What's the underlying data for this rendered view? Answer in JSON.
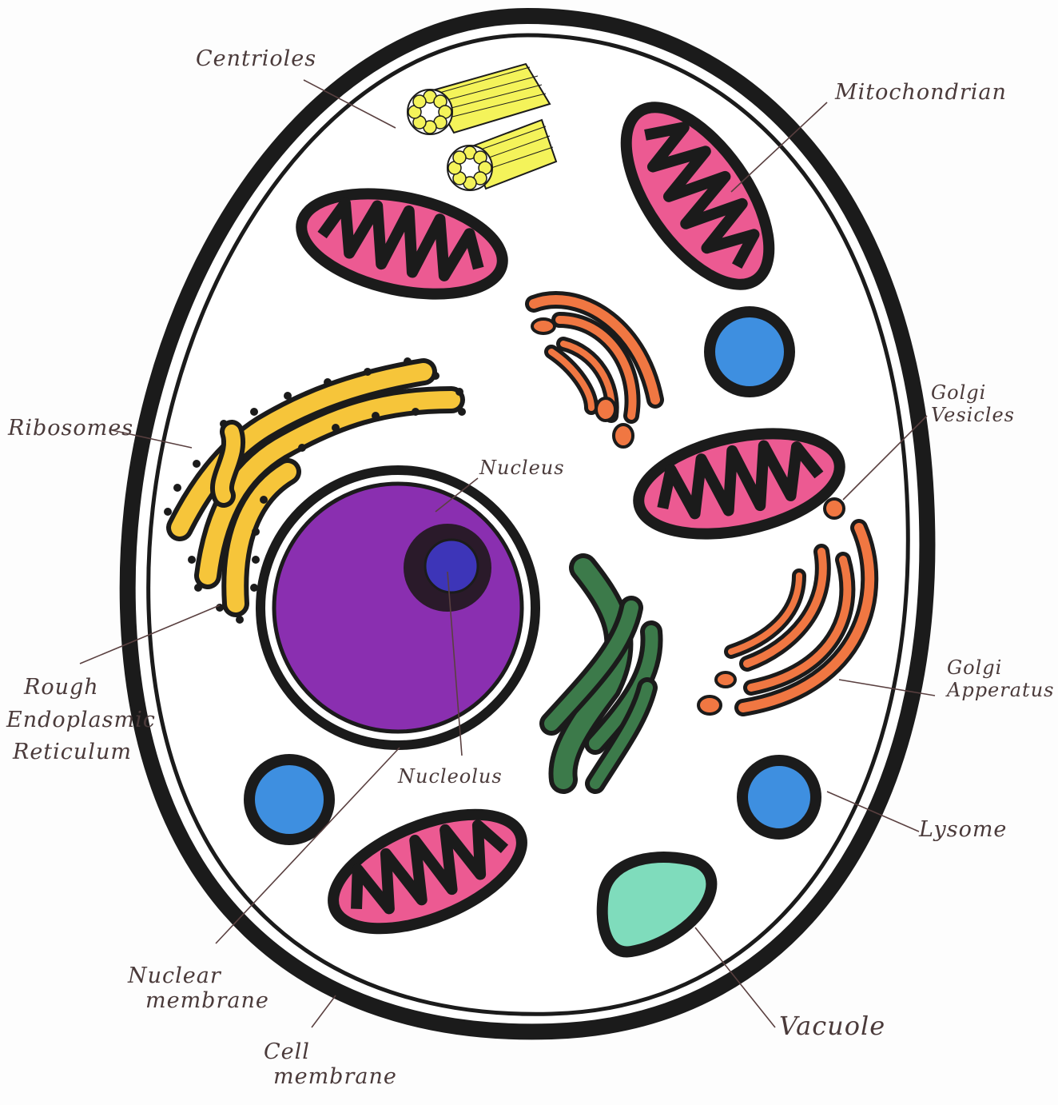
{
  "colors": {
    "outline": "#1b1b1b",
    "mitochondrion": "#ec5a92",
    "centrioles": "#f4f35a",
    "rough_er": "#f6c53a",
    "nucleus": "#8a2fb0",
    "nucleolus": "#3d35b8",
    "lysosome": "#3e8fe0",
    "golgi": "#f07742",
    "smooth_er": "#3c7a4a",
    "vacuole": "#7fdcbc",
    "leader": "#5a4040"
  },
  "labels": {
    "centrioles": "Centrioles",
    "mitochondrian": "Mitochondrian",
    "ribosomes": "Ribosomes",
    "nucleus": "Nucleus",
    "golgi_vesicles_1": "Golgi",
    "golgi_vesicles_2": "Vesicles",
    "rough_er_1": "Rough",
    "rough_er_2": "Endoplasmic",
    "rough_er_3": "Reticulum",
    "golgi_apparatus_1": "Golgi",
    "golgi_apparatus_2": "Apperatus",
    "nucleolus": "Nucleolus",
    "lysome": "Lysome",
    "nuclear_membrane_1": "Nuclear",
    "nuclear_membrane_2": "membrane",
    "vacuole": "Vacuole",
    "cell_membrane_1": "Cell",
    "cell_membrane_2": "membrane"
  }
}
